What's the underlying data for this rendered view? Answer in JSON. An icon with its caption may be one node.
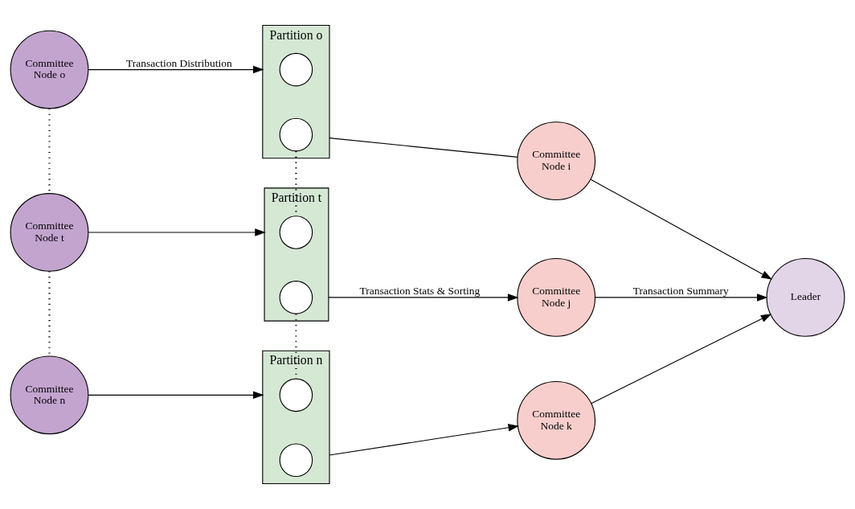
{
  "diagram": {
    "nodes": [
      {
        "text": [
          "Committee Node o"
        ]
      },
      {
        "text": [
          "Committee Node t"
        ]
      },
      {
        "text": [
          "Committee Node n"
        ]
      },
      {
        "text": [
          "Partition o"
        ]
      },
      {
        "text": [],
        "shape": "circle",
        "in": 3
      },
      {
        "text": [],
        "shape": "circle",
        "in": 3
      },
      {
        "text": [
          "Partition t"
        ]
      },
      {
        "text": [],
        "shape": "circle",
        "in": 6
      },
      {
        "text": [],
        "shape": "circle",
        "in": 6
      },
      {
        "text": [
          "Partition n"
        ]
      },
      {
        "text": [],
        "shape": "circle",
        "in": 9
      },
      {
        "text": [],
        "shape": "circle",
        "in": 9
      },
      {
        "text": [
          "Committee Node i"
        ]
      },
      {
        "text": [
          "Committee Node j"
        ]
      },
      {
        "text": [
          "Committee Node k"
        ]
      },
      {
        "text": [
          "Leader"
        ]
      }
    ],
    "edges": [
      {
        "from": 0,
        "to": 1,
        "arrow": "none",
        "style": "dashed"
      },
      {
        "from": 1,
        "to": 2,
        "arrow": "none",
        "style": "dashed"
      },
      {
        "from": 0,
        "to": 3,
        "arrow": "to",
        "label": "Transaction Distribution"
      },
      {
        "from": 1,
        "to": 6,
        "arrow": "to"
      },
      {
        "from": 2,
        "to": 9,
        "arrow": "to"
      },
      {
        "from": 5,
        "to": 7,
        "arrow": "none",
        "style": "dashed"
      },
      {
        "from": 8,
        "to": 10,
        "arrow": "none",
        "style": "dashed"
      },
      {
        "from": 3,
        "to": 12,
        "arrow": "none"
      },
      {
        "from": 6,
        "to": 13,
        "arrow": "to",
        "label": "Transaction Stats & Sorting"
      },
      {
        "from": 9,
        "to": 14,
        "arrow": "to"
      },
      {
        "from": 12,
        "to": 15,
        "arrow": "to"
      },
      {
        "from": 13,
        "to": 15,
        "arrow": "to",
        "label": "Transaction Summary"
      },
      {
        "from": 14,
        "to": 15,
        "arrow": "to"
      }
    ]
  }
}
